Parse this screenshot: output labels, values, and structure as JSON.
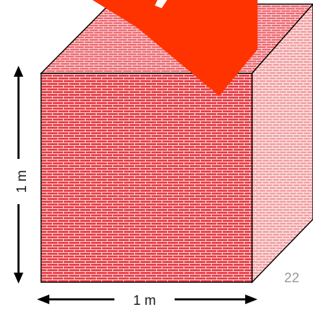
{
  "labels": {
    "height": "1 m",
    "width": "1 m"
  },
  "slide_number": "22",
  "colors": {
    "brick": "#e8424a",
    "mortar": "#ffffff",
    "banner": "#ff3300",
    "outline": "#000000"
  }
}
